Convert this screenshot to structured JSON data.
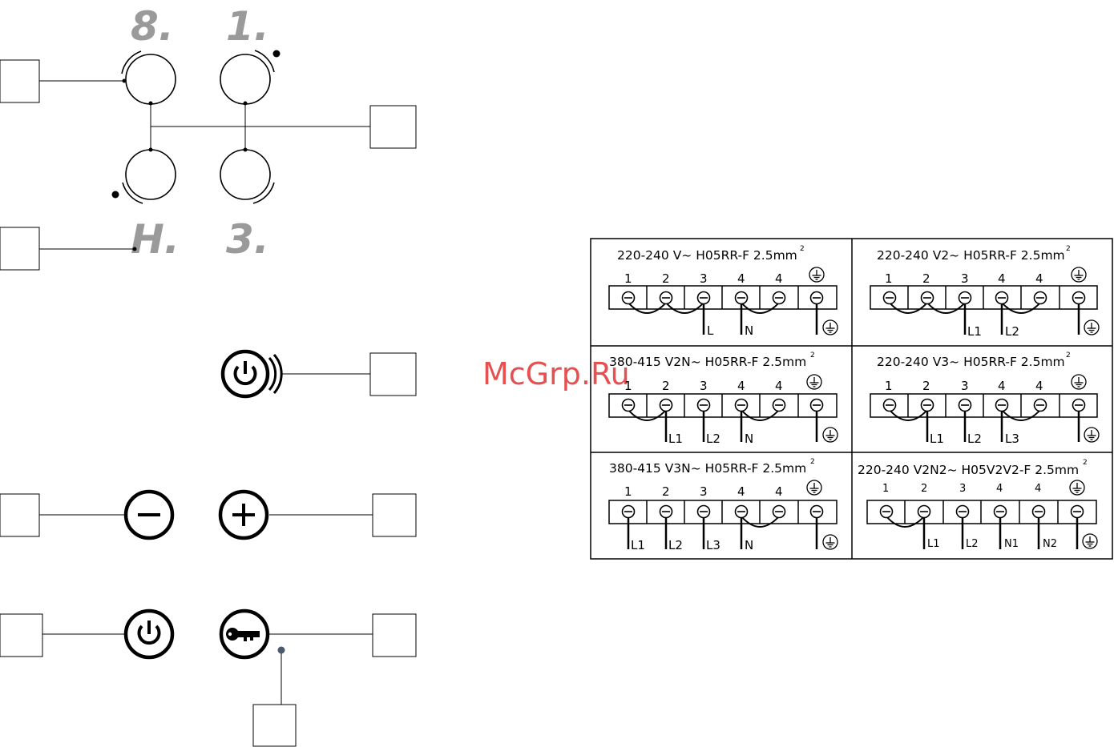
{
  "displays": {
    "front_left": "8.",
    "rear_left_top": "1.",
    "bottom_left": "H.",
    "bottom_right": "3."
  },
  "watermark": "McGrp.Ru",
  "wiring_panels": [
    {
      "title": "220-240 V~ H05RR-F 2.5mm",
      "sup": "2",
      "terminals": [
        "1",
        "2",
        "3",
        "4",
        "4"
      ],
      "wires": [
        "L",
        "N"
      ]
    },
    {
      "title": "220-240 V2~ H05RR-F 2.5mm",
      "sup": "2",
      "terminals": [
        "1",
        "2",
        "3",
        "4",
        "4"
      ],
      "wires": [
        "L1",
        "L2"
      ]
    },
    {
      "title": "380-415 V2N~ H05RR-F 2.5mm",
      "sup": "2",
      "terminals": [
        "1",
        "2",
        "3",
        "4",
        "4"
      ],
      "wires": [
        "L1",
        "L2",
        "N"
      ]
    },
    {
      "title": "220-240 V3~ H05RR-F 2.5mm",
      "sup": "2",
      "terminals": [
        "1",
        "2",
        "3",
        "4",
        "4"
      ],
      "wires": [
        "L1",
        "L2",
        "L3"
      ]
    },
    {
      "title": "380-415 V3N~ H05RR-F 2.5mm",
      "sup": "2",
      "terminals": [
        "1",
        "2",
        "3",
        "4",
        "4"
      ],
      "wires": [
        "L1",
        "L2",
        "L3",
        "N"
      ]
    },
    {
      "title": "220-240 V2N2~ H05V2V2-F 2.5mm",
      "sup": "2",
      "terminals": [
        "1",
        "2",
        "3",
        "4",
        "4"
      ],
      "wires": [
        "L1",
        "L2",
        "N1",
        "N2"
      ]
    }
  ]
}
